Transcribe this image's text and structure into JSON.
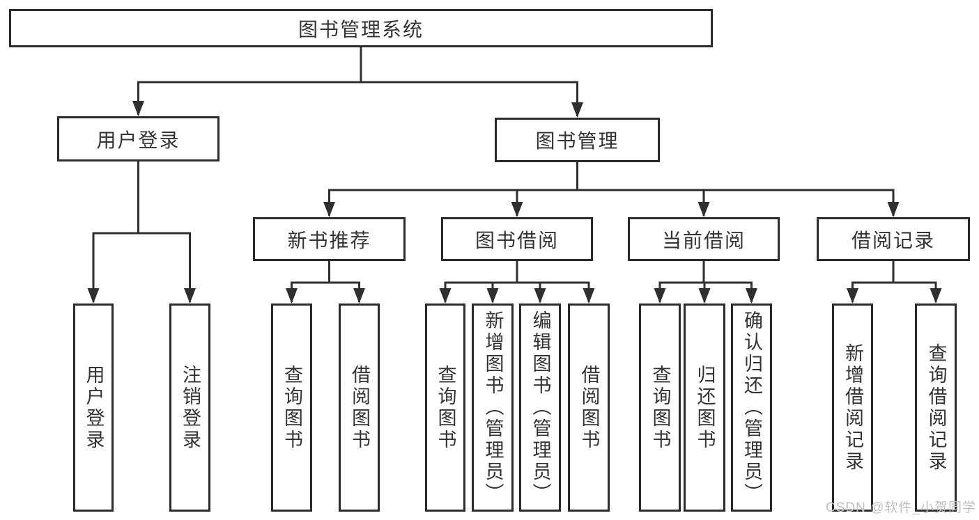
{
  "diagram": {
    "nodes": {
      "root": "图书管理系统",
      "level2": [
        "用户登录",
        "图书管理"
      ],
      "level3": [
        "新书推荐",
        "图书借阅",
        "当前借阅",
        "借阅记录"
      ],
      "level4": {
        "user_login_children": [
          "用户登录",
          "注销登录"
        ],
        "new_book_children": [
          "查询图书",
          "借阅图书"
        ],
        "book_borrow_children": [
          "查询图书",
          "新增图书（管理员）",
          "编辑图书（管理员）",
          "借阅图书"
        ],
        "current_borrow_children": [
          "查询图书",
          "归还图书",
          "确认归还（管理员）"
        ],
        "borrow_record_children": [
          "新增借阅记录",
          "查询借阅记录"
        ]
      }
    },
    "watermark": "CSDN @软件_小贺同学",
    "colors": {
      "line": "#2f2f2f",
      "box_border": "#2b2b2b",
      "text": "#333333",
      "watermark": "#bfbfc6",
      "background": "#ffffff"
    }
  }
}
